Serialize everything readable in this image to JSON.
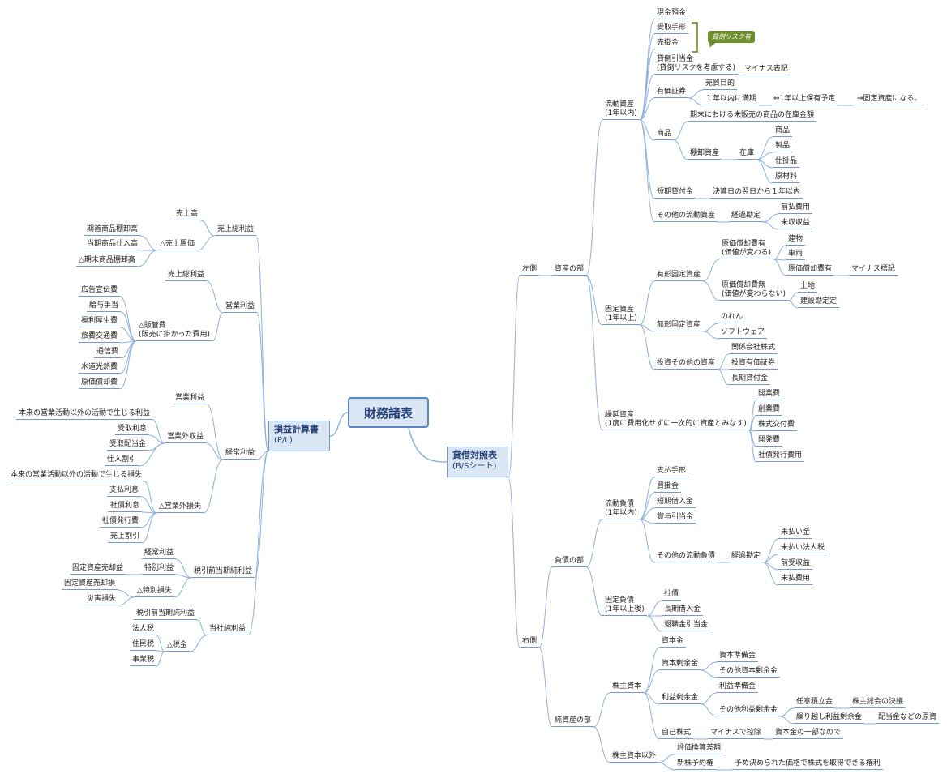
{
  "root": "財務諸表",
  "pl": {
    "title": "損益計算書",
    "sub": "(P/L)",
    "uriage_sourieki": "売上総利益",
    "uriagedaka": "売上高",
    "uriage_genka": "△売上原価",
    "kishu": "期首商品棚卸高",
    "touki_shiire": "当期商品仕入高",
    "kimatsu": "△期末商品棚卸高",
    "eigyou_rieki": "営業利益",
    "uriage_sourieki2": "売上総利益",
    "hankan1": "△販管費",
    "hankan2": "(販売に掛かった費用)",
    "koukoku": "広告宣伝費",
    "kyuyo": "給与手当",
    "fukuri": "福利厚生費",
    "ryohi": "旅費交通費",
    "tsushin": "通信費",
    "suido": "水道光熱費",
    "genka_shokyaku": "原価償却費",
    "keijou_rieki": "経常利益",
    "eigyou_rieki2": "営業利益",
    "eigyougai_shueki": "営業外収益",
    "eigyougai_shueki_desc": "本来の営業活動以外の活動で生じる利益",
    "uketori_risoku": "受取利息",
    "uketori_haito": "受取配当金",
    "shiire_waribiki": "仕入割引",
    "eigyougai_sonshitsu": "△営業外損失",
    "eigyougai_sonshitsu_desc": "本来の営業活動以外の活動で生じる損失",
    "shiharai_risoku": "支払利息",
    "shasai_risoku": "社債利息",
    "shasai_hakkou": "社債発行費",
    "uriage_waribiki": "売上割引",
    "zeibikimae": "税引前当期純利益",
    "keijou_rieki2": "経常利益",
    "tokubetsu_rieki": "特別利益",
    "kotei_baikyaku_eki": "固定資産売却益",
    "tokubetsu_sonshitsu": "△特別損失",
    "kotei_baikyaku_son": "固定資産売却損",
    "saigai": "災害損失",
    "tousha_jun": "当社純利益",
    "zeibikimae2": "税引前当期純利益",
    "zeikin": "△税金",
    "houjin": "法人税",
    "jumin": "住民税",
    "jigyou": "事業税"
  },
  "bs": {
    "title": "貸借対照表",
    "sub": "(B/Sシート)",
    "hidari": "左側",
    "shisan": "資産の部",
    "ryudou_shisan1": "流動資産",
    "ryudou_shisan2": "(1年以内)",
    "genkin": "現金預金",
    "uketori_tegata": "受取手形",
    "urikake": "売掛金",
    "callout": "貸倒リスク有",
    "kashidaore1": "貸倒引当金",
    "kashidaore2": "(貸倒リスクを考慮する)",
    "minus_hyouki": "マイナス表記",
    "yuka": "有価証券",
    "baibai": "売買目的",
    "ichinen_mankki": "１年以内に満期",
    "hoyu_yotei": "⇔1年以上保有予定",
    "kotei_ni": "⇒固定資産になる。",
    "shouhin": "商品",
    "kimatsu_zaiko": "期末における未販売の商品の在庫金額",
    "tanaoroshi": "棚卸資産",
    "zaiko": "在庫",
    "shouhin2": "商品",
    "seihin": "製品",
    "shikakari": "仕掛品",
    "genzairyo": "原材料",
    "tanki_kashitsuke": "短期貸付金",
    "kessanbi": "決算日の翌日から１年以内",
    "sonota_ryudou": "その他の流動資産",
    "keika_kanjou": "経過勘定",
    "maebarai": "前払費用",
    "mishu": "未収収益",
    "kotei_shisan1": "固定資産",
    "kotei_shisan2": "(1年以上)",
    "yukei": "有形固定資産",
    "shokyaku_ari1": "原価償却費有",
    "shokyaku_ari2": "(価値が変わる)",
    "tatemono": "建物",
    "sharyo": "車両",
    "shokyaku_ari3": "原価償却費有",
    "minus_hyouki2": "マイナス標記",
    "shokyaku_nashi1": "原価償却費無",
    "shokyaku_nashi2": "(価値が変わらない)",
    "tochi": "土地",
    "kensetsu": "建設勘定定",
    "mukei": "無形固定資産",
    "noren": "のれん",
    "software": "ソフトウェア",
    "toushi": "投資その他の資産",
    "kankei_kaisha": "関係会社株式",
    "toushi_yuka": "投資有価証券",
    "chouki_kashitsuke": "長期貸付金",
    "kuenobe1": "繰延資産",
    "kuenobe2": "(1度に費用化せずに一次的に資産とみなす)",
    "kaigyou": "開業費",
    "souritsu": "創業費",
    "kabushiki_koufu": "株式交付費",
    "kaihatsu": "開発費",
    "shasai_hakkou": "社債発行費用",
    "migi": "右側",
    "fusai": "負債の部",
    "ryudou_fusai1": "流動負債",
    "ryudou_fusai2": "(1年以内)",
    "shiharai_tegata": "支払手形",
    "kaikake": "買掛金",
    "tanki_kariire": "短期借入金",
    "shouyo": "賞与引当金",
    "sonota_ryudou_fusai": "その他の流動負債",
    "keika_kanjou2": "経過勘定",
    "miharai": "未払い金",
    "miharai_houjin": "未払い法人税",
    "maeuke": "前受収益",
    "miharai_hiyou": "未払費用",
    "kotei_fusai1": "固定負債",
    "kotei_fusai2": "(1年以上後)",
    "shasai": "社債",
    "chouki_kariire": "長期借入金",
    "taishoku": "退職金引当金",
    "junshisan": "純資産の部",
    "kabunushi": "株主資本",
    "shihonkin": "資本金",
    "shihon_jouyo": "資本剰余金",
    "shihon_junbi": "資本準備金",
    "sonota_shihon": "その他資本剰余金",
    "rieki_jouyo": "利益剰余金",
    "rieki_junbi": "利益準備金",
    "sonota_rieki": "その他利益剰余金",
    "nini_tsumitate": "任意積立金",
    "soukai": "株主総会の決議",
    "kurikoshi": "繰り越し利益剰余金",
    "genshi": "配当金などの原資",
    "jiko_kabushiki": "自己株式",
    "minus_koujo": "マイナスで控除",
    "shihon_ichibu": "資本金の一部なので",
    "kabunushi_igai": "株主資本以外",
    "hyouka": "評価換算差額",
    "shinkabu": "新株予約権",
    "shinkabu_desc": "予め決められた価格で株式を取得できる権利"
  }
}
